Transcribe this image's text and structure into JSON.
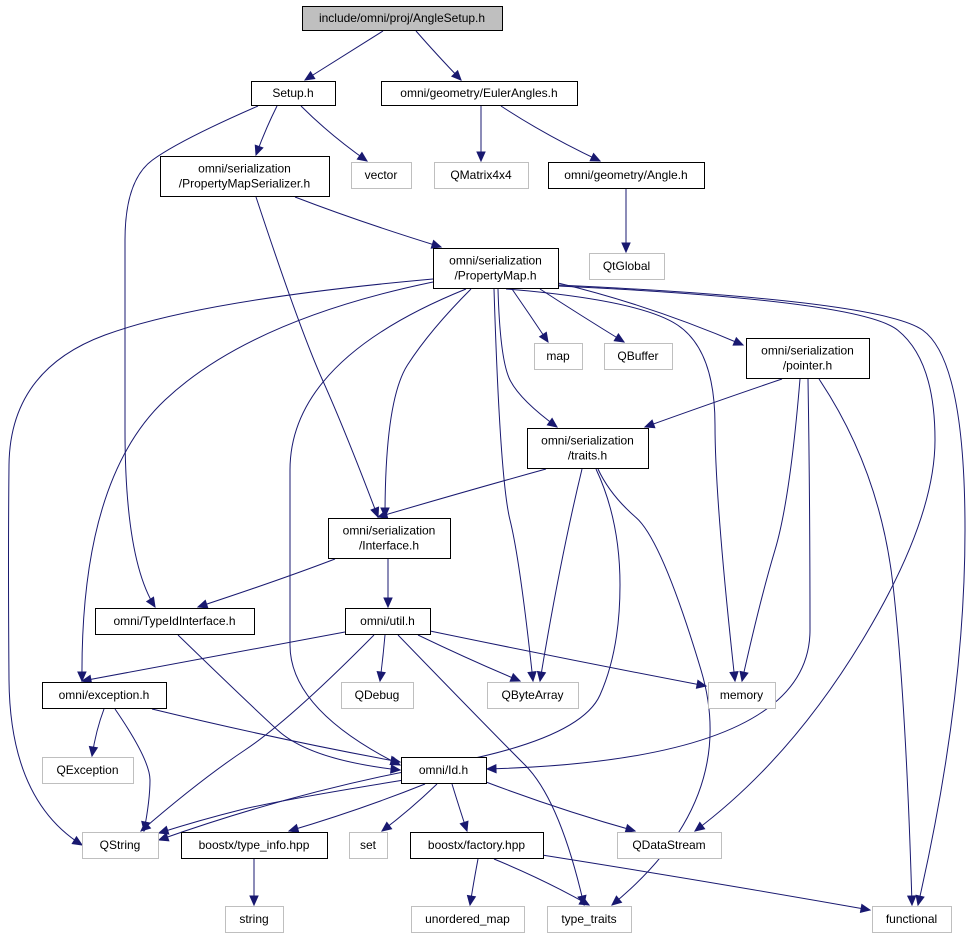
{
  "diagram": {
    "nodes": {
      "anglesetup": {
        "lines": [
          "include/omni/proj/AngleSetup.h"
        ],
        "kind": "root"
      },
      "setup": {
        "lines": [
          "Setup.h"
        ],
        "kind": "int"
      },
      "euler": {
        "lines": [
          "omni/geometry/EulerAngles.h"
        ],
        "kind": "int"
      },
      "pms": {
        "lines": [
          "omni/serialization",
          "/PropertyMapSerializer.h"
        ],
        "kind": "int"
      },
      "vector": {
        "lines": [
          "vector"
        ],
        "kind": "ext"
      },
      "qmatrix": {
        "lines": [
          "QMatrix4x4"
        ],
        "kind": "ext"
      },
      "angle": {
        "lines": [
          "omni/geometry/Angle.h"
        ],
        "kind": "int"
      },
      "qtglobal": {
        "lines": [
          "QtGlobal"
        ],
        "kind": "ext"
      },
      "propmap": {
        "lines": [
          "omni/serialization",
          "/PropertyMap.h"
        ],
        "kind": "int"
      },
      "map": {
        "lines": [
          "map"
        ],
        "kind": "ext"
      },
      "qbuffer": {
        "lines": [
          "QBuffer"
        ],
        "kind": "ext"
      },
      "pointer": {
        "lines": [
          "omni/serialization",
          "/pointer.h"
        ],
        "kind": "int"
      },
      "traits": {
        "lines": [
          "omni/serialization",
          "/traits.h"
        ],
        "kind": "int"
      },
      "interface": {
        "lines": [
          "omni/serialization",
          "/Interface.h"
        ],
        "kind": "int"
      },
      "typeid": {
        "lines": [
          "omni/TypeIdInterface.h"
        ],
        "kind": "int"
      },
      "util": {
        "lines": [
          "omni/util.h"
        ],
        "kind": "int"
      },
      "exception": {
        "lines": [
          "omni/exception.h"
        ],
        "kind": "int"
      },
      "qdebug": {
        "lines": [
          "QDebug"
        ],
        "kind": "ext"
      },
      "qbytearray": {
        "lines": [
          "QByteArray"
        ],
        "kind": "ext"
      },
      "memory": {
        "lines": [
          "memory"
        ],
        "kind": "ext"
      },
      "qexception": {
        "lines": [
          "QException"
        ],
        "kind": "ext"
      },
      "id": {
        "lines": [
          "omni/Id.h"
        ],
        "kind": "int"
      },
      "qstring": {
        "lines": [
          "QString"
        ],
        "kind": "ext"
      },
      "typeinfo": {
        "lines": [
          "boostx/type_info.hpp"
        ],
        "kind": "int"
      },
      "set": {
        "lines": [
          "set"
        ],
        "kind": "ext"
      },
      "factory": {
        "lines": [
          "boostx/factory.hpp"
        ],
        "kind": "int"
      },
      "qdatastream": {
        "lines": [
          "QDataStream"
        ],
        "kind": "ext"
      },
      "string": {
        "lines": [
          "string"
        ],
        "kind": "ext"
      },
      "unordered_map": {
        "lines": [
          "unordered_map"
        ],
        "kind": "ext"
      },
      "type_traits": {
        "lines": [
          "type_traits"
        ],
        "kind": "ext"
      },
      "functional": {
        "lines": [
          "functional"
        ],
        "kind": "ext"
      }
    },
    "edges": [
      [
        "anglesetup",
        "setup"
      ],
      [
        "anglesetup",
        "euler"
      ],
      [
        "setup",
        "pms"
      ],
      [
        "setup",
        "vector"
      ],
      [
        "setup",
        "typeid"
      ],
      [
        "euler",
        "qmatrix"
      ],
      [
        "euler",
        "angle"
      ],
      [
        "angle",
        "qtglobal"
      ],
      [
        "pms",
        "propmap"
      ],
      [
        "pms",
        "interface"
      ],
      [
        "propmap",
        "map"
      ],
      [
        "propmap",
        "qbuffer"
      ],
      [
        "propmap",
        "pointer"
      ],
      [
        "propmap",
        "traits"
      ],
      [
        "propmap",
        "interface"
      ],
      [
        "propmap",
        "qbytearray"
      ],
      [
        "propmap",
        "memory"
      ],
      [
        "propmap",
        "exception"
      ],
      [
        "propmap",
        "qstring"
      ],
      [
        "propmap",
        "id"
      ],
      [
        "propmap",
        "qdatastream"
      ],
      [
        "propmap",
        "functional"
      ],
      [
        "pointer",
        "traits"
      ],
      [
        "pointer",
        "memory"
      ],
      [
        "pointer",
        "id"
      ],
      [
        "pointer",
        "functional"
      ],
      [
        "traits",
        "interface"
      ],
      [
        "traits",
        "qbytearray"
      ],
      [
        "traits",
        "type_traits"
      ],
      [
        "traits",
        "qstring"
      ],
      [
        "interface",
        "typeid"
      ],
      [
        "interface",
        "util"
      ],
      [
        "typeid",
        "id"
      ],
      [
        "util",
        "exception"
      ],
      [
        "util",
        "qdebug"
      ],
      [
        "util",
        "qbytearray"
      ],
      [
        "util",
        "memory"
      ],
      [
        "util",
        "qstring"
      ],
      [
        "util",
        "type_traits"
      ],
      [
        "exception",
        "qexception"
      ],
      [
        "exception",
        "qstring"
      ],
      [
        "exception",
        "id"
      ],
      [
        "id",
        "qstring"
      ],
      [
        "id",
        "typeinfo"
      ],
      [
        "id",
        "set"
      ],
      [
        "id",
        "factory"
      ],
      [
        "id",
        "qdatastream"
      ],
      [
        "typeinfo",
        "string"
      ],
      [
        "factory",
        "unordered_map"
      ],
      [
        "factory",
        "type_traits"
      ],
      [
        "factory",
        "functional"
      ]
    ]
  }
}
